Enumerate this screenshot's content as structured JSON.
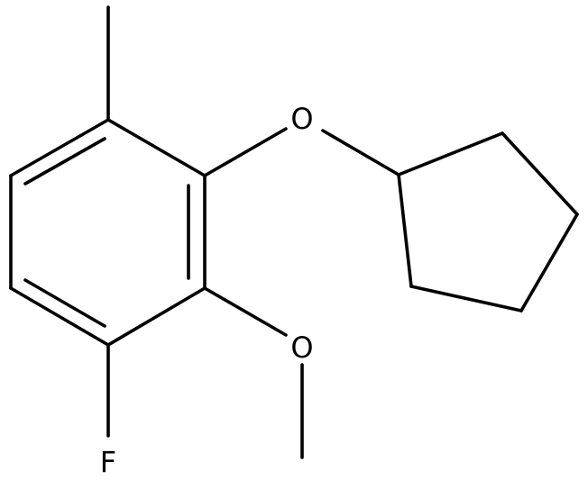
{
  "molecule": {
    "atom_labels": {
      "ether_oxygen": "O",
      "methoxy_oxygen": "O",
      "fluorine": "F"
    },
    "colors": {
      "bond": "#000000",
      "label": "#000000",
      "background": "#ffffff"
    }
  }
}
